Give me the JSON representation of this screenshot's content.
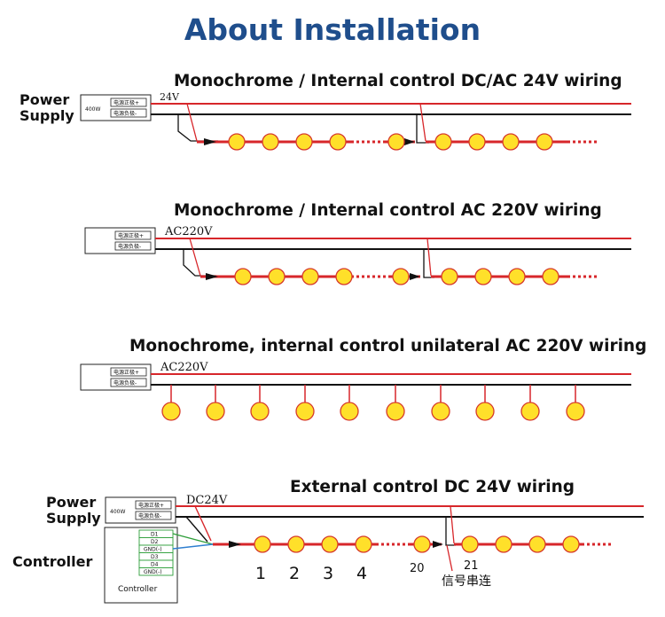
{
  "title": "About Installation",
  "sections": [
    {
      "heading": "Monochrome / Internal control DC/AC 24V wiring",
      "side_label_top": "Power",
      "side_label_bottom": "Supply",
      "box_label": "400W",
      "terminal_1": "电源正极+",
      "terminal_2": "电源负极-",
      "voltage": "24V"
    },
    {
      "heading": "Monochrome / Internal control AC 220V wiring",
      "terminal_1": "电源正极+",
      "terminal_2": "电源负极-",
      "voltage": "AC220V"
    },
    {
      "heading": "Monochrome, internal control unilateral AC 220V wiring",
      "terminal_1": "电源正极+",
      "terminal_2": "电源负极-",
      "voltage": "AC220V"
    },
    {
      "heading": "External control DC 24V wiring",
      "side_label_top": "Power",
      "side_label_bottom": "Supply",
      "box_label": "400W",
      "terminal_1": "电源正极+",
      "terminal_2": "电源负极-",
      "voltage": "DC24V",
      "controller_side_label": "Controller",
      "controller_box_label": "Controller",
      "controller_ports": [
        "D1",
        "D2",
        "GND(-)",
        "D3",
        "D4",
        "GND(-)"
      ],
      "pixel_numbers": [
        "1",
        "2",
        "3",
        "4",
        "20",
        "21"
      ],
      "series_note": "信号串连"
    }
  ],
  "colors": {
    "title": "#1f4e8c",
    "wire_positive": "#d7262a",
    "wire_negative": "#111111",
    "led_fill": "#ffe02a",
    "led_stroke": "#d63a2a",
    "data_wire_green": "#2e9e3a",
    "data_wire_blue": "#2f7fd0"
  }
}
